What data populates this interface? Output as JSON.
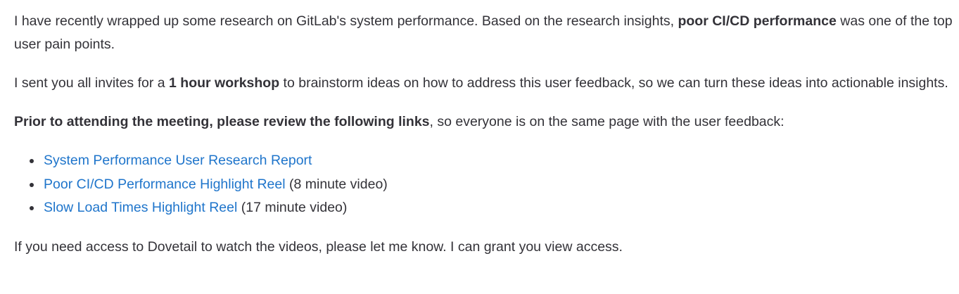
{
  "paragraphs": {
    "p1": {
      "text_before": "I have recently wrapped up some research on GitLab's system performance. Based on the research insights, ",
      "bold": "poor CI/CD performance",
      "text_after": " was one of the top user pain points."
    },
    "p2": {
      "text_before": "I sent you all invites for a ",
      "bold": "1 hour workshop",
      "text_after": " to brainstorm ideas on how to address this user feedback, so we can turn these ideas into actionable insights."
    },
    "p3": {
      "bold": "Prior to attending the meeting, please review the following links",
      "text_after": ", so everyone is on the same page with the user feedback:"
    },
    "p4": {
      "text": "If you need access to Dovetail to watch the videos, please let me know. I can grant you view access."
    }
  },
  "links": [
    {
      "label": "System Performance User Research Report",
      "note": ""
    },
    {
      "label": "Poor CI/CD Performance Highlight Reel",
      "note": " (8 minute video)"
    },
    {
      "label": "Slow Load Times Highlight Reel",
      "note": " (17 minute video)"
    }
  ],
  "colors": {
    "text": "#333238",
    "link": "#1f75cb",
    "background": "#ffffff"
  }
}
